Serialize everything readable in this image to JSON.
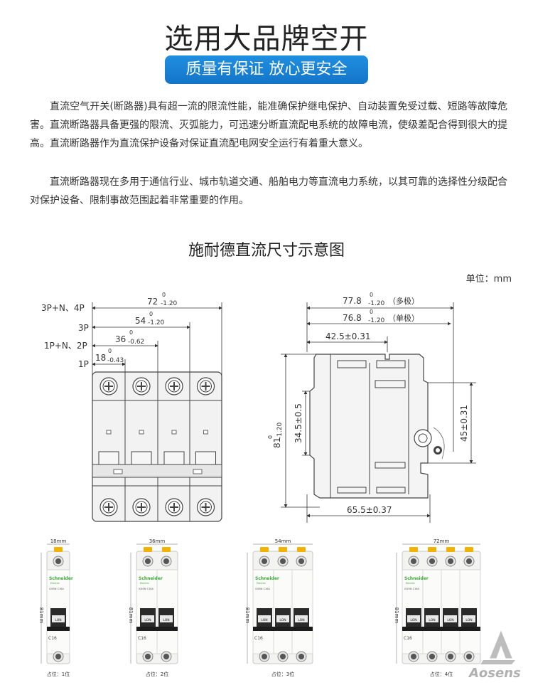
{
  "header": {
    "title": "选用大品牌空开",
    "banner": "质量有保证 放心更安全"
  },
  "intro": {
    "paragraph1": "直流空气开关(断路器)具有超一流的限流性能，能准确保护继电保护、自动装置免受过载、短路等故障危害。直流断路器具备更强的限流、灭弧能力，可迅速分断直流配电系统的故障电流，使级差配合得到很大的提高。直流断路器作为直流保护设备对保证直流配电网安全运行有着重大意义。",
    "paragraph2": "直流断路器现在多用于通信行业、城市轨道交通、船舶电力等直流电力系统，以其可靠的选择性分级配合对保护设备、限制事故范围起着非常重要的作用。"
  },
  "diagram": {
    "title": "施耐德直流尺寸示意图",
    "unit": "单位：mm",
    "front": {
      "pole_labels": [
        "3P+N、4P",
        "3P",
        "1P+N、2P",
        "1P"
      ],
      "widths": [
        {
          "base": "72",
          "upper": "0",
          "lower": "-1.20"
        },
        {
          "base": "54",
          "upper": "0",
          "lower": "-1.20"
        },
        {
          "base": "36",
          "upper": "0",
          "lower": "-0.62"
        },
        {
          "base": "18",
          "upper": "0",
          "lower": "-0.43"
        }
      ]
    },
    "side": {
      "width_multi": {
        "base": "77.8",
        "upper": "0",
        "lower": "-1.20",
        "note": "（多极）"
      },
      "width_single": {
        "base": "76.8",
        "upper": "0",
        "lower": "-1.20",
        "note": "（单极）"
      },
      "top_depth": "42.5±0.31",
      "bottom_depth": "65.5±0.37",
      "height": {
        "base": "81",
        "upper": "0",
        "lower": "-1.20"
      },
      "inner_height": "34.5±0.5",
      "right_height": "45±0.31"
    }
  },
  "products": [
    {
      "width": "18mm",
      "height": "81mm",
      "caption": "占位：1位",
      "poles": 1
    },
    {
      "width": "36mm",
      "height": "81mm",
      "caption": "占位：2位",
      "poles": 2
    },
    {
      "width": "54mm",
      "height": "81mm",
      "caption": "占位：3位",
      "poles": 3
    },
    {
      "width": "72mm",
      "height": "81mm",
      "caption": "占位：4位",
      "poles": 4
    }
  ],
  "product_text": {
    "brand": "Schneider",
    "brand_sub": "Electric",
    "model": "iC65N C16A",
    "handle": "LON",
    "rating": "C16"
  },
  "watermark": "Aosens",
  "colors": {
    "banner": "#1a82d6",
    "handle_yellow": "#f0b400",
    "brand_green": "#3aa935"
  }
}
